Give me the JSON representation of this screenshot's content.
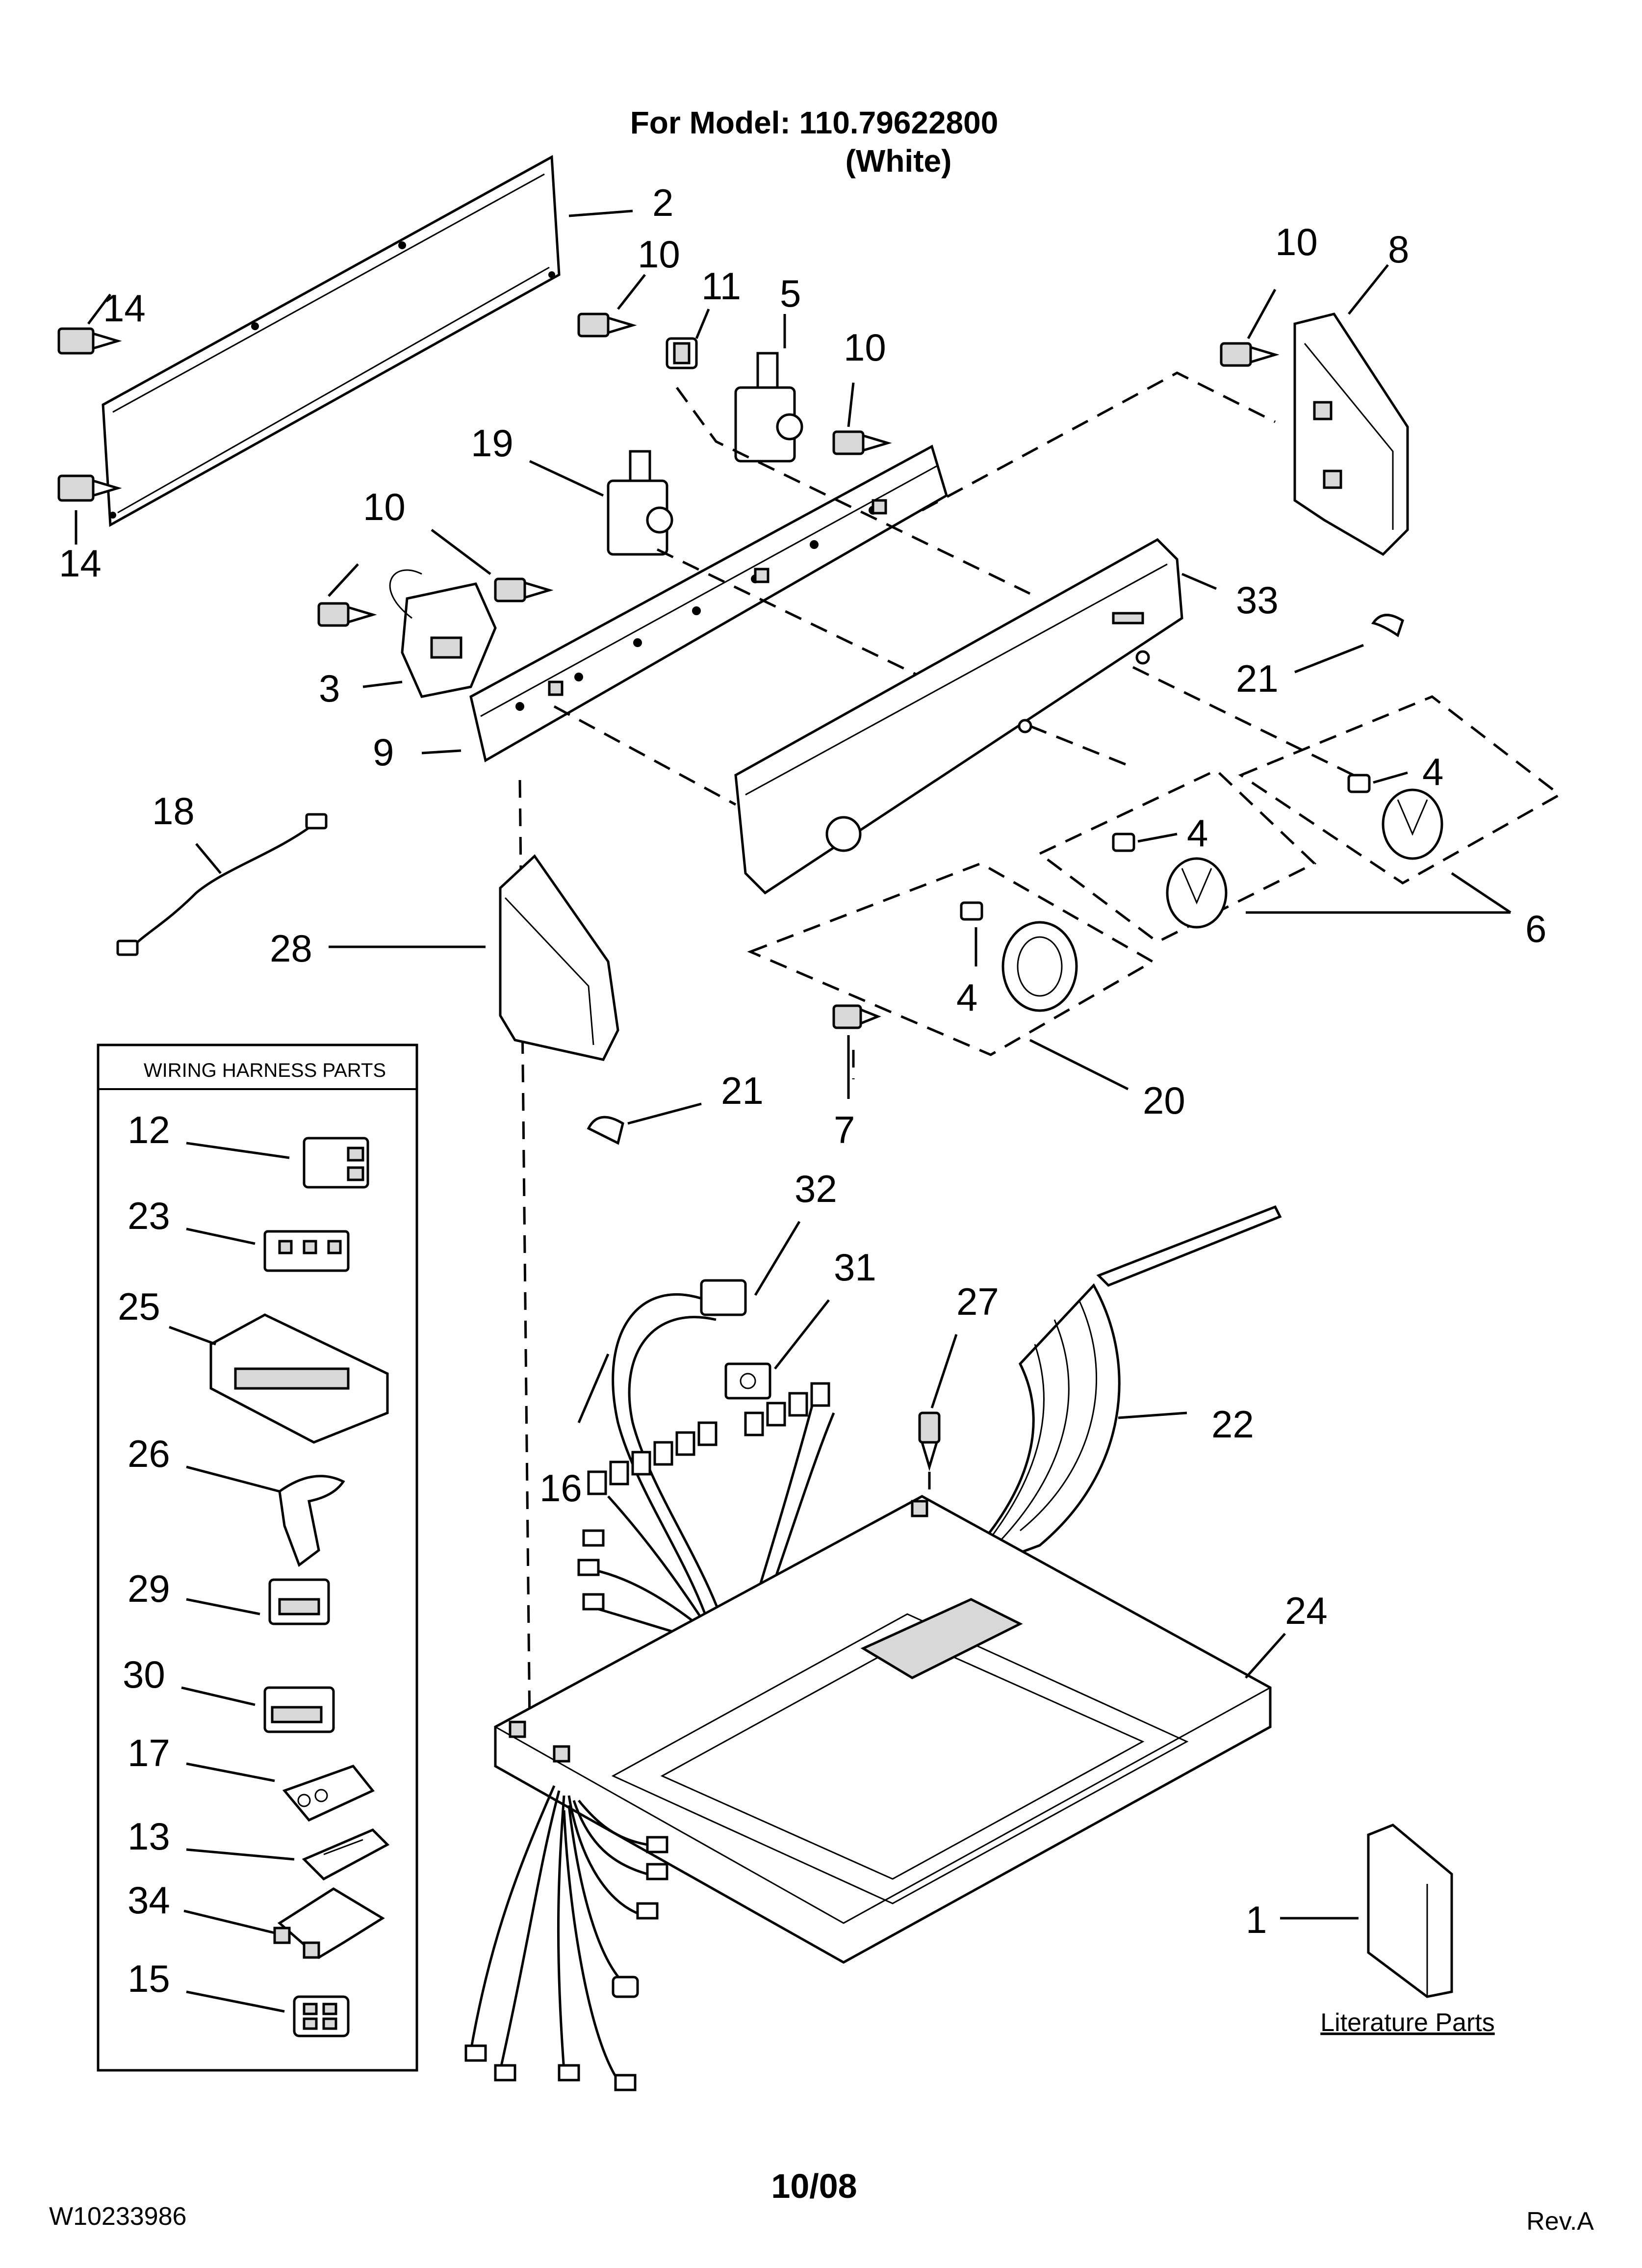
{
  "header": {
    "title_line1": "For Model: 110.79622800",
    "title_line2": "(White)"
  },
  "callouts": [
    {
      "id": "c-2",
      "text": "2"
    },
    {
      "id": "c-14a",
      "text": "14"
    },
    {
      "id": "c-14b",
      "text": "14"
    },
    {
      "id": "c-10a",
      "text": "10"
    },
    {
      "id": "c-11",
      "text": "11"
    },
    {
      "id": "c-5",
      "text": "5"
    },
    {
      "id": "c-10b",
      "text": "10"
    },
    {
      "id": "c-10c",
      "text": "10"
    },
    {
      "id": "c-8",
      "text": "8"
    },
    {
      "id": "c-19",
      "text": "19"
    },
    {
      "id": "c-10d",
      "text": "10"
    },
    {
      "id": "c-3",
      "text": "3"
    },
    {
      "id": "c-9",
      "text": "9"
    },
    {
      "id": "c-33",
      "text": "33"
    },
    {
      "id": "c-21a",
      "text": "21"
    },
    {
      "id": "c-4a",
      "text": "4"
    },
    {
      "id": "c-4b",
      "text": "4"
    },
    {
      "id": "c-6",
      "text": "6"
    },
    {
      "id": "c-18",
      "text": "18"
    },
    {
      "id": "c-28",
      "text": "28"
    },
    {
      "id": "c-4c",
      "text": "4"
    },
    {
      "id": "c-20",
      "text": "20"
    },
    {
      "id": "c-21b",
      "text": "21"
    },
    {
      "id": "c-7",
      "text": "7"
    },
    {
      "id": "c-32",
      "text": "32"
    },
    {
      "id": "c-31",
      "text": "31"
    },
    {
      "id": "c-27",
      "text": "27"
    },
    {
      "id": "c-16",
      "text": "16"
    },
    {
      "id": "c-22",
      "text": "22"
    },
    {
      "id": "c-24",
      "text": "24"
    },
    {
      "id": "c-1",
      "text": "1"
    }
  ],
  "wiring_harness": {
    "title": "WIRING HARNESS PARTS",
    "items": [
      "12",
      "23",
      "25",
      "26",
      "29",
      "30",
      "17",
      "13",
      "34",
      "15"
    ]
  },
  "literature": {
    "label": "Literature Parts"
  },
  "footer": {
    "doc_number": "W10233986",
    "date": "10/08",
    "revision": "Rev.A"
  }
}
